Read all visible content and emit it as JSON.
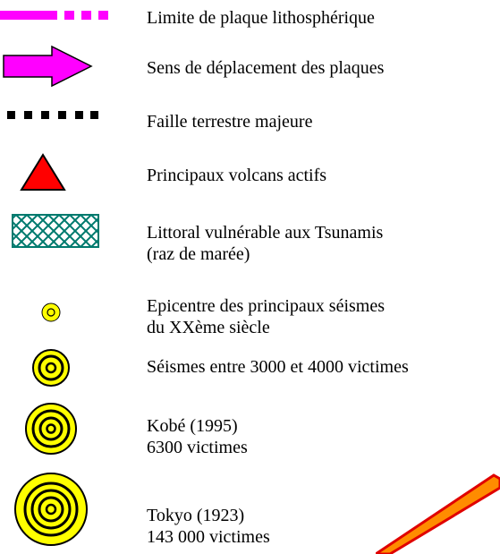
{
  "colors": {
    "plate_boundary": "#ff00ff",
    "movement_arrow": "#ff00ff",
    "fault": "#000000",
    "volcano": "#ff0000",
    "tsunami_hatch": "#007a6e",
    "quake_fill": "#ffff00",
    "diagonal_band_outline": "#e00000",
    "diagonal_band_fill": "#ff8c00"
  },
  "legend": {
    "plate_boundary": "Limite de plaque lithosphérique",
    "plate_motion": "Sens de déplacement des plaques",
    "major_fault": "Faille terrestre majeure",
    "active_volcanoes": "Principaux volcans actifs",
    "tsunami_coast": {
      "line1": "Littoral vulnérable aux Tsunamis",
      "line2": "(raz de marée)"
    },
    "epicentres": {
      "line1": "Epicentre des principaux séismes",
      "line2": "du XXème siècle"
    },
    "quakes_3000_4000": "Séismes entre 3000 et 4000 victimes",
    "kobe": {
      "line1": "Kobé (1995)",
      "line2": "6300 victimes"
    },
    "tokyo": {
      "line1": "Tokyo (1923)",
      "line2": "143 000 victimes"
    }
  }
}
